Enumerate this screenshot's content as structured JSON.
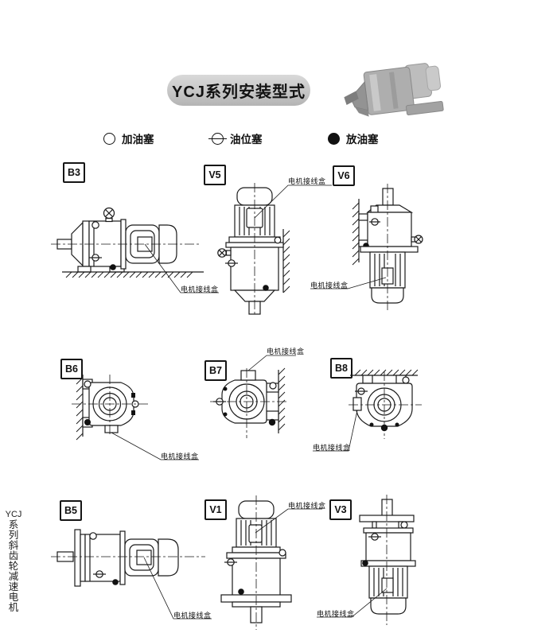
{
  "page": {
    "title": "YCJ系列安装型式",
    "side_text_lines": [
      "YCJ",
      "系",
      "列",
      "斜",
      "齿",
      "轮",
      "减",
      "速",
      "电",
      "机"
    ]
  },
  "legend": {
    "items": [
      {
        "icon": "oil-fill-plug-icon",
        "label": "加油塞"
      },
      {
        "icon": "oil-level-plug-icon",
        "label": "油位塞"
      },
      {
        "icon": "oil-drain-plug-icon",
        "label": "放油塞"
      }
    ]
  },
  "diagrams": [
    {
      "code": "B3",
      "junction_label": "电机接线盒"
    },
    {
      "code": "V5",
      "junction_label": "电机接线盒"
    },
    {
      "code": "V6",
      "junction_label": "电机接线盒"
    },
    {
      "code": "B6",
      "junction_label": "电机接线盒"
    },
    {
      "code": "B7",
      "junction_label": "电机接线盒"
    },
    {
      "code": "B8",
      "junction_label": "电机接线盒"
    },
    {
      "code": "B5",
      "junction_label": "电机接线盒"
    },
    {
      "code": "V1",
      "junction_label": "电机接线盒"
    },
    {
      "code": "V3",
      "junction_label": "电机接线盒"
    }
  ],
  "colors": {
    "line": "#1a1a1a",
    "pill_gray": "#c6c6c6"
  }
}
